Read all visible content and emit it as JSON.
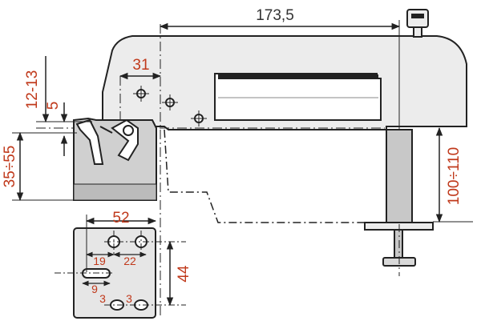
{
  "colors": {
    "accent": "#c0391b",
    "outline": "#222222",
    "body_fill": "#ececec",
    "vise_fill": "#d0d0d0",
    "plate_fill": "#e6e6e6",
    "background": "#ffffff"
  },
  "dimensions": {
    "top_length": "173,5",
    "arm_offset": "31",
    "clearance": "12-13",
    "gap": "5",
    "vise_height": "35÷55",
    "clamp_range": "100÷110",
    "plate_width": "52",
    "hole_spacing_a": "19",
    "hole_spacing_b": "22",
    "plate_height": "44",
    "slot_length": "9",
    "small_a": "3",
    "small_b": "3"
  }
}
